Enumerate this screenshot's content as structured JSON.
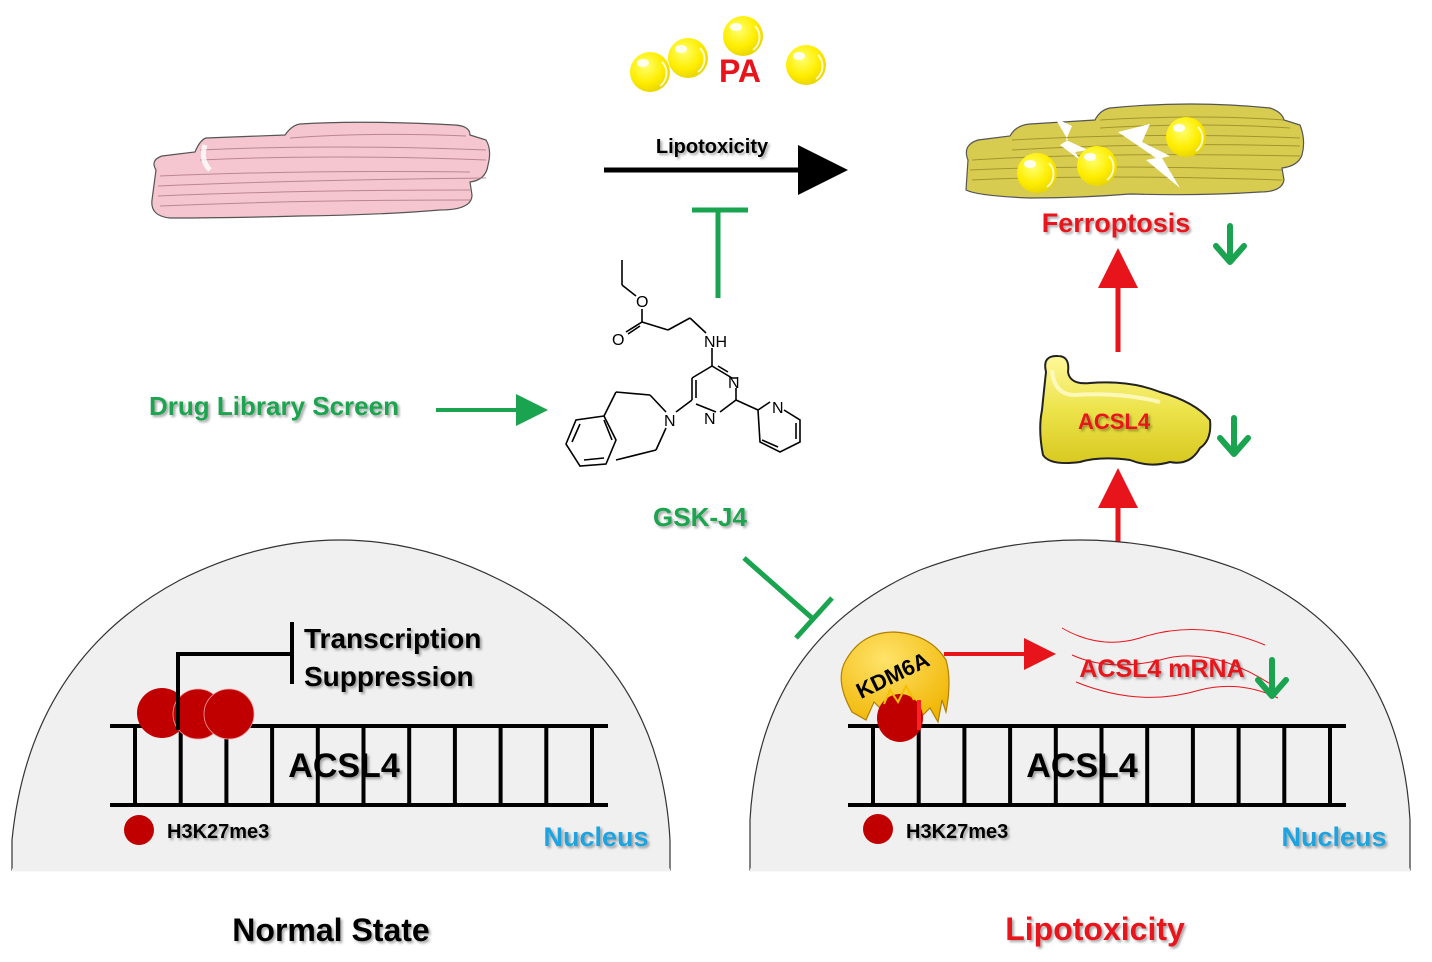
{
  "top": {
    "stimulus_label": "PA",
    "process_arrow_label": "Lipotoxicity"
  },
  "drug": {
    "screen_label": "Drug Library Screen",
    "compound_name": "GSK-J4",
    "structure_atoms": [
      "O",
      "O",
      "NH",
      "N",
      "N",
      "N",
      "N"
    ]
  },
  "right_pathway": {
    "ferroptosis_label": "Ferroptosis",
    "protein_label": "ACSL4",
    "mrna_label": "ACSL4 mRNA",
    "enzyme_label": "KDM6A"
  },
  "left_nucleus": {
    "suppression_label_line1": "Transcription",
    "suppression_label_line2": "Suppression",
    "gene_label": "ACSL4",
    "legend_label": "H3K27me3",
    "nucleus_label": "Nucleus",
    "panel_title": "Normal State"
  },
  "right_nucleus": {
    "gene_label": "ACSL4",
    "legend_label": "H3K27me3",
    "nucleus_label": "Nucleus",
    "panel_title": "Lipotoxicity"
  },
  "colors": {
    "activation_red": "#e8141c",
    "inhibition_green": "#1aa450",
    "nucleus_blue": "#1aa3e0",
    "histone_red": "#c00000",
    "lipid_yellow": "#ffee00",
    "kdm6a_gold": "#f5c000",
    "nucleus_fill": "#f0f0f0",
    "healthy_cell_pink": "#f5c6cf",
    "stressed_cell_olive": "#d8cc50"
  }
}
